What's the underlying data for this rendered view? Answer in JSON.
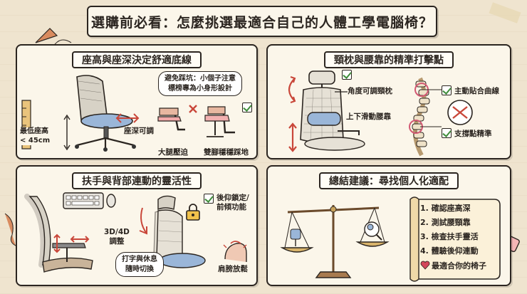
{
  "title": "選購前必看：怎麼挑選最適合自己的人體工學電腦椅？",
  "panel1": {
    "heading": "座高與座深決定舒適底線",
    "min_height": "最低座高\n< 45cm",
    "seat_depth": "座深可調",
    "warning": "避免踩坑：小個子注意\n標榜專為小身形設計",
    "bad_label": "大腿壓迫",
    "good_label": "雙腳穩穩踩地"
  },
  "panel2": {
    "heading": "頸枕與腰靠的精準打擊點",
    "headrest": "角度可調頸枕",
    "lumbar": "上下滑動腰靠",
    "curve": "主動貼合曲線",
    "support": "支撐點精準"
  },
  "panel3": {
    "heading": "扶手與背部連動的靈活性",
    "armrest": "3D/4D\n調整",
    "switch": "打字與休息\n隨時切換",
    "lock": "後仰鎖定/\n前傾功能",
    "shoulder": "肩膀放鬆"
  },
  "panel4": {
    "heading": "總結建議：尋找個人化適配",
    "list": [
      "1. 確認座高深",
      "2. 測試腰頸靠",
      "3. 檢查扶手靈活",
      "4. 體驗後仰連動"
    ],
    "final": "最適合你的椅子"
  }
}
